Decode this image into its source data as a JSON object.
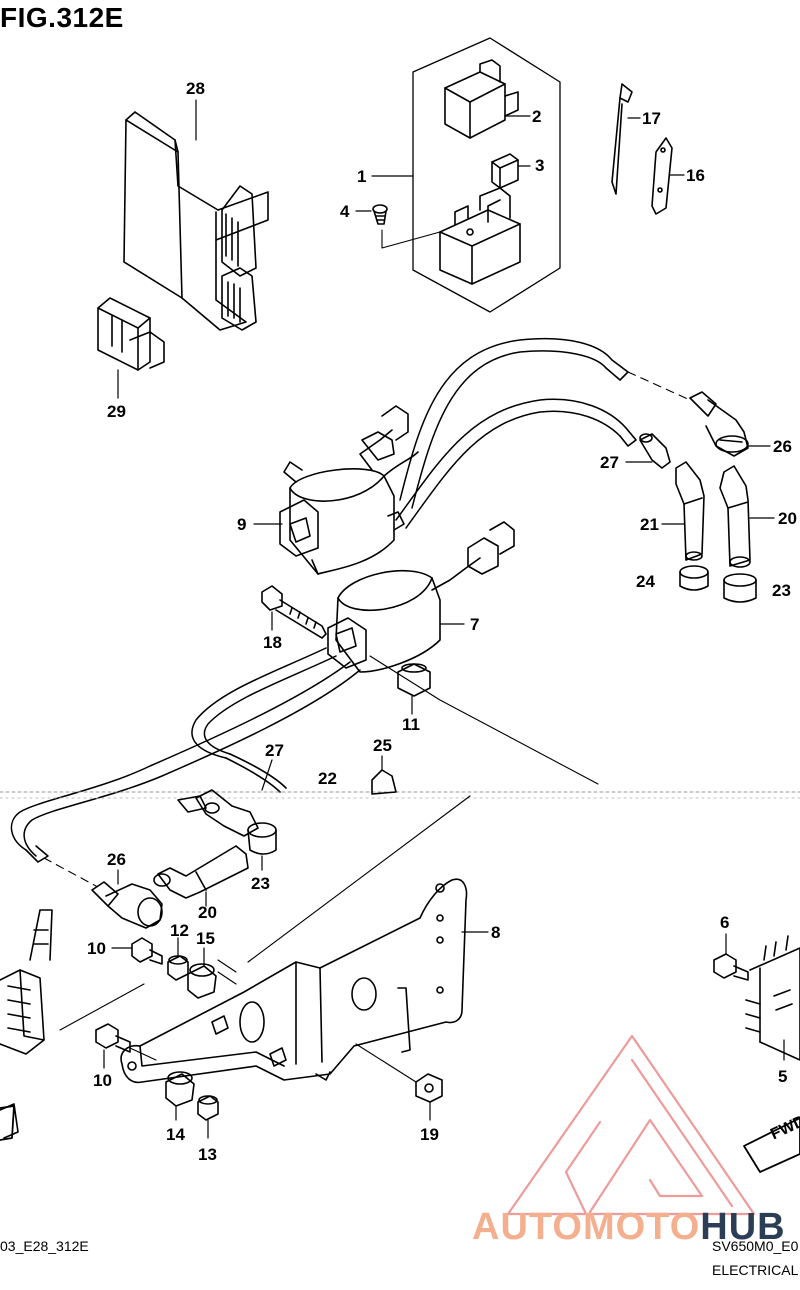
{
  "figure": {
    "title": "FIG.312E",
    "footer_left": "03_E28_312E",
    "footer_right": "SV650M0_E0",
    "section": "ELECTRICAL",
    "fwd_label": "FWD"
  },
  "brand": {
    "part1": "AUTO",
    "part2": "MOTO",
    "part3": "HUB",
    "accent_color": "#f4b08e",
    "dark_color": "#2c3e55"
  },
  "callouts": {
    "c1": "1",
    "c2": "2",
    "c3": "3",
    "c4": "4",
    "c5": "5",
    "c6": "6",
    "c7": "7",
    "c8": "8",
    "c9": "9",
    "c10a": "10",
    "c10b": "10",
    "c11": "11",
    "c12": "12",
    "c13": "13",
    "c14": "14",
    "c15": "15",
    "c16": "16",
    "c17": "17",
    "c18": "18",
    "c19": "19",
    "c20a": "20",
    "c20b": "20",
    "c21": "21",
    "c22": "22",
    "c23a": "23",
    "c23b": "23",
    "c24": "24",
    "c25": "25",
    "c26a": "26",
    "c26b": "26",
    "c27a": "27",
    "c27b": "27",
    "c28": "28",
    "c29": "29"
  }
}
